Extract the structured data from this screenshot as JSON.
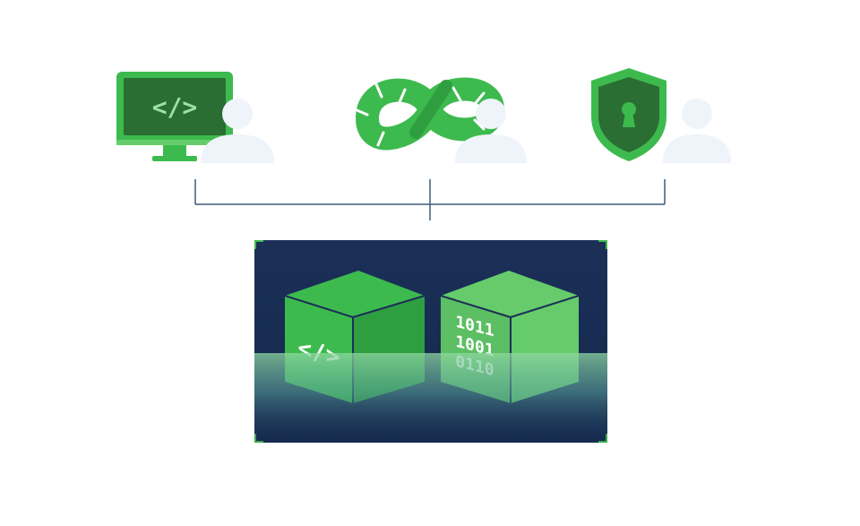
{
  "roles": [
    {
      "id": "developer",
      "icon": "monitor-code-icon",
      "glyph": "</>"
    },
    {
      "id": "devops",
      "icon": "infinity-loop-icon"
    },
    {
      "id": "security",
      "icon": "shield-lock-icon"
    }
  ],
  "package": {
    "source_glyph": "</>",
    "binary_lines": [
      "1011",
      "1001",
      "0110"
    ]
  },
  "colors": {
    "brand_green": "#3dba4e",
    "brand_green_dark": "#2f9e41",
    "brand_green_light": "#66cc6b",
    "screen_dark": "#2a6e33",
    "navy": "#182c52",
    "person": "#eef4fa",
    "connector": "#3f5a78"
  }
}
